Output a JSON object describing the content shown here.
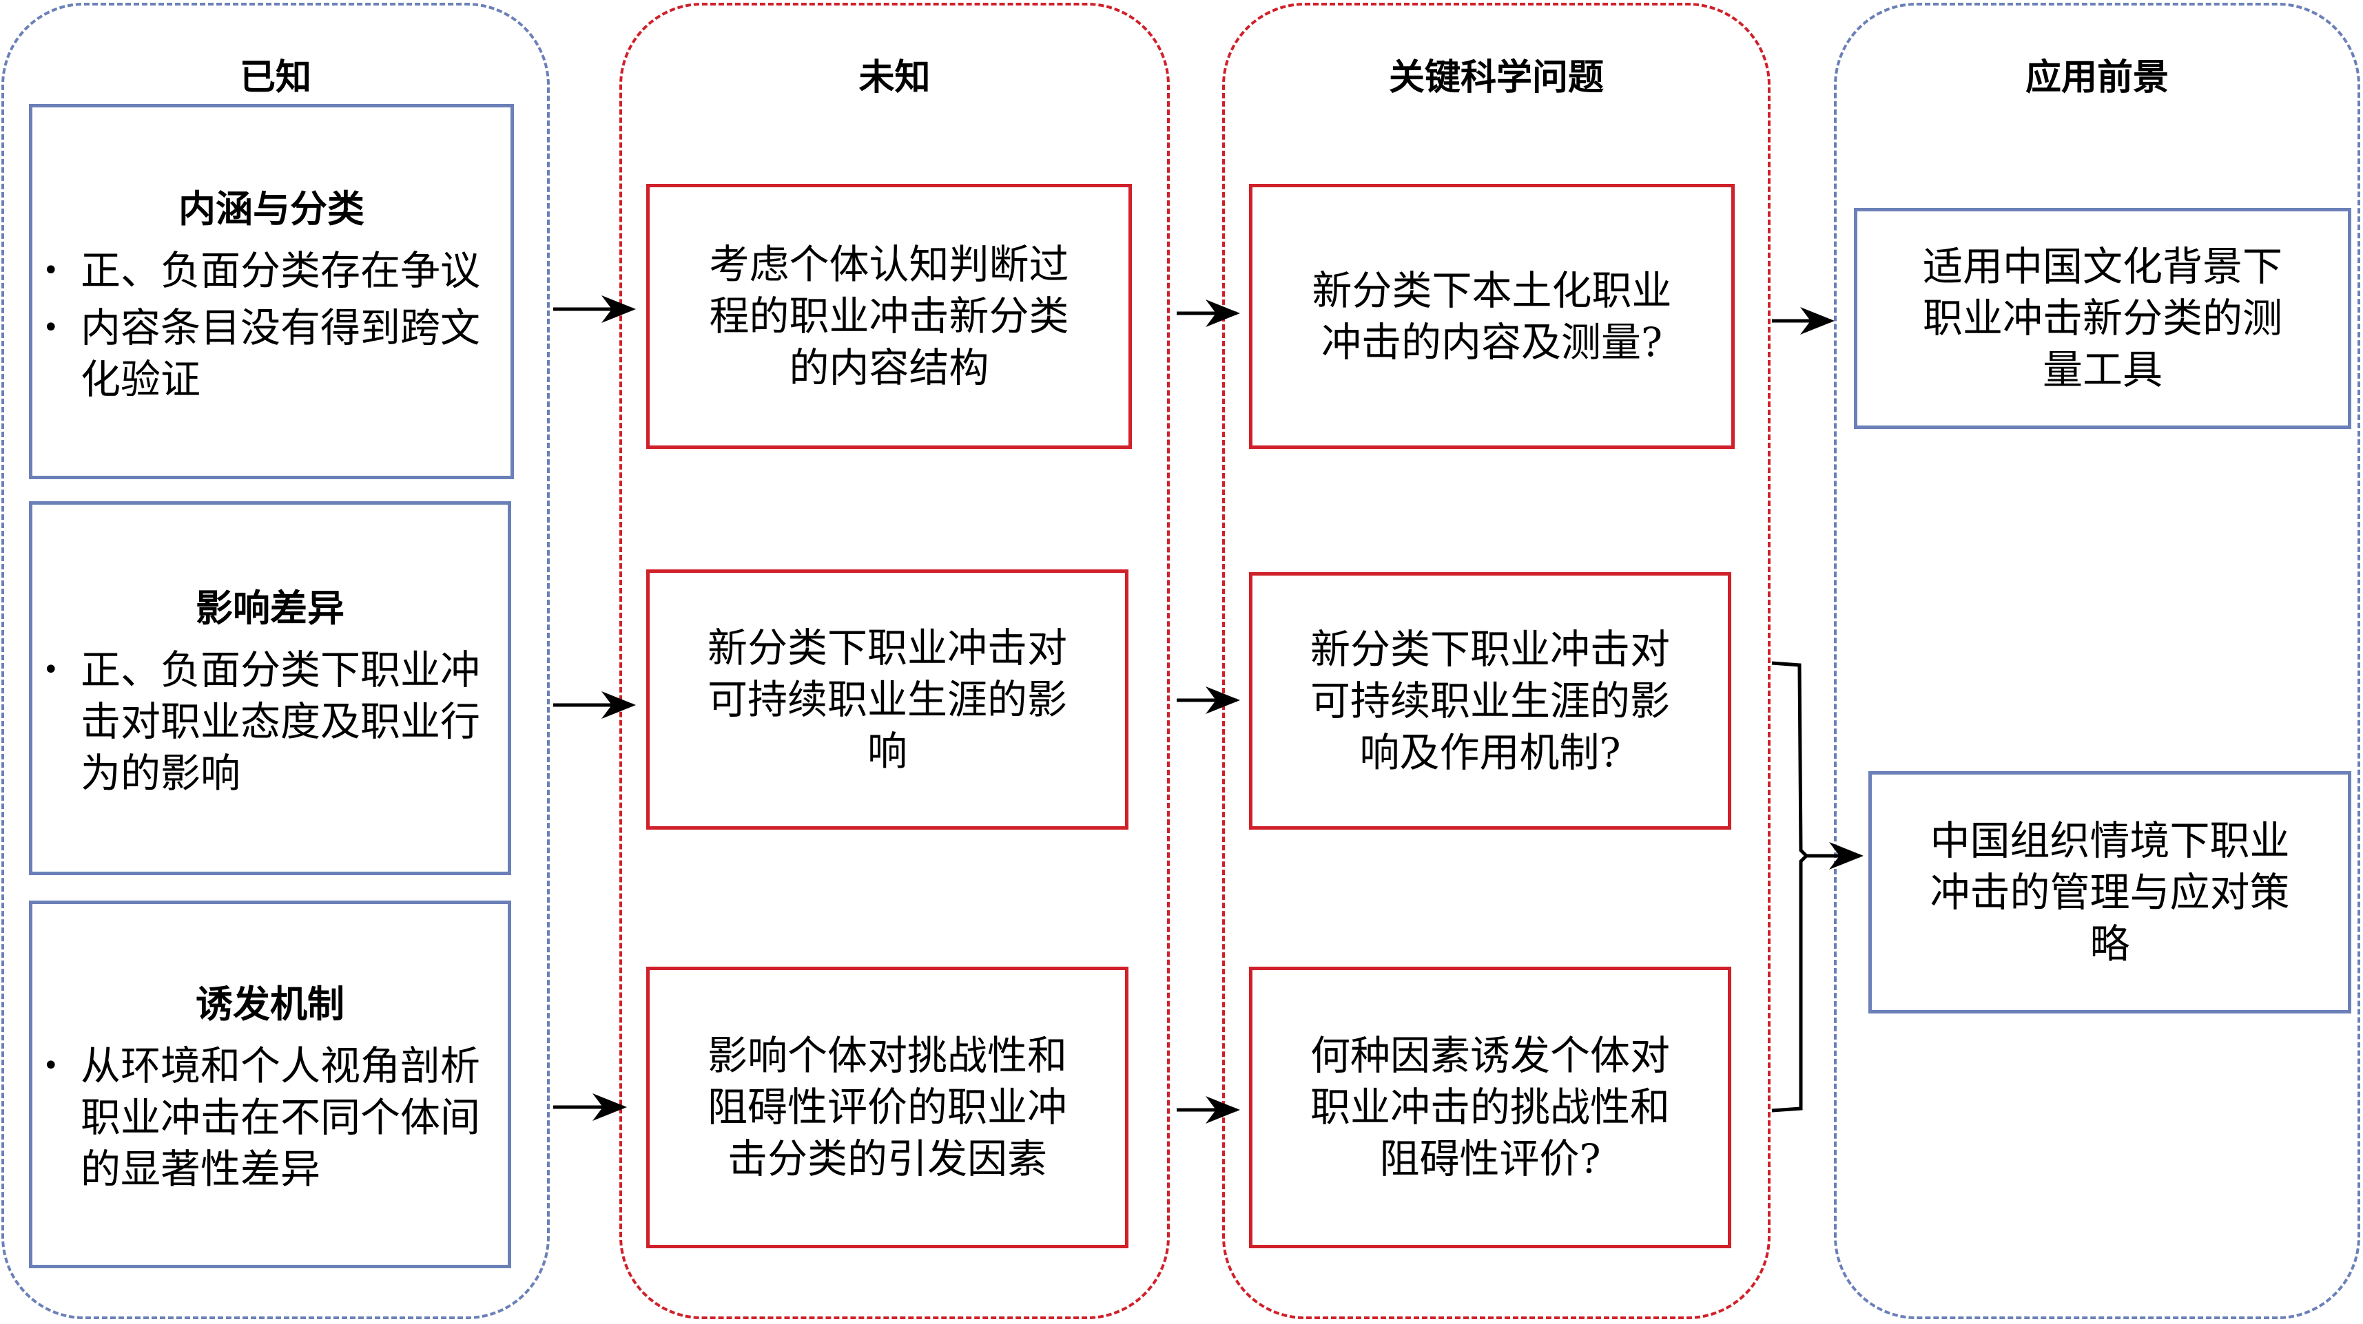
{
  "columns": [
    {
      "title": "已知",
      "items": [
        {
          "heading": "内涵与分类",
          "bullets": [
            "正、负面分类存在争议",
            "内容条目没有得到跨文化验证"
          ]
        },
        {
          "heading": "影响差异",
          "bullets": [
            "正、负面分类下职业冲击对职业态度及职业行为的影响"
          ]
        },
        {
          "heading": "诱发机制",
          "bullets": [
            "从环境和个人视角剖析职业冲击在不同个体间的显著性差异"
          ]
        }
      ]
    },
    {
      "title": "未知",
      "items": [
        {
          "text": "考虑个体认知判断过程的职业冲击新分类的内容结构"
        },
        {
          "text": "新分类下职业冲击对可持续职业生涯的影响"
        },
        {
          "text": "影响个体对挑战性和阻碍性评价的职业冲击分类的引发因素"
        }
      ]
    },
    {
      "title": "关键科学问题",
      "items": [
        {
          "text": "新分类下本土化职业冲击的内容及测量?"
        },
        {
          "text": "新分类下职业冲击对可持续职业生涯的影响及作用机制?"
        },
        {
          "text": "何种因素诱发个体对职业冲击的挑战性和阻碍性评价?"
        }
      ]
    },
    {
      "title": "应用前景",
      "items": [
        {
          "text": "适用中国文化背景下职业冲击新分类的测量工具"
        },
        {
          "text": "中国组织情境下职业冲击的管理与应对策略"
        }
      ]
    }
  ],
  "colors": {
    "known_border": "#6b80b8",
    "unknown_border": "#d0202a",
    "arrow": "#000000"
  }
}
